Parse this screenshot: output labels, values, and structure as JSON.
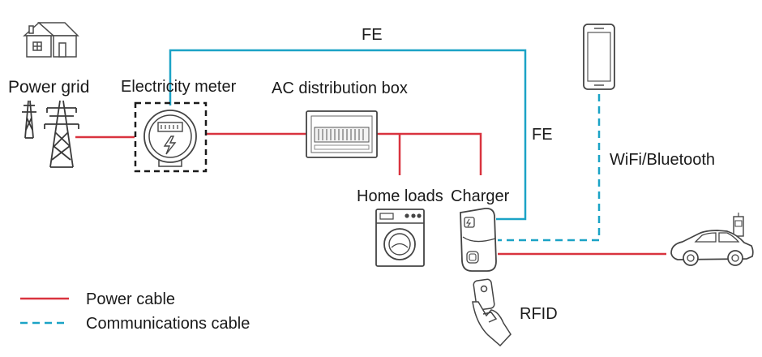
{
  "labels": {
    "power_grid": "Power grid",
    "electricity_meter": "Electricity meter",
    "ac_distribution_box": "AC distribution box",
    "home_loads": "Home loads",
    "charger": "Charger",
    "fe_top": "FE",
    "fe_side": "FE",
    "wifi_bluetooth": "WiFi/Bluetooth",
    "rfid": "RFID"
  },
  "legend": {
    "power_cable": "Power cable",
    "communications_cable": "Communications cable"
  },
  "colors": {
    "power_cable": "#d9333f",
    "communications_cable": "#1ba3c6",
    "outline": "#3a3a3a"
  }
}
